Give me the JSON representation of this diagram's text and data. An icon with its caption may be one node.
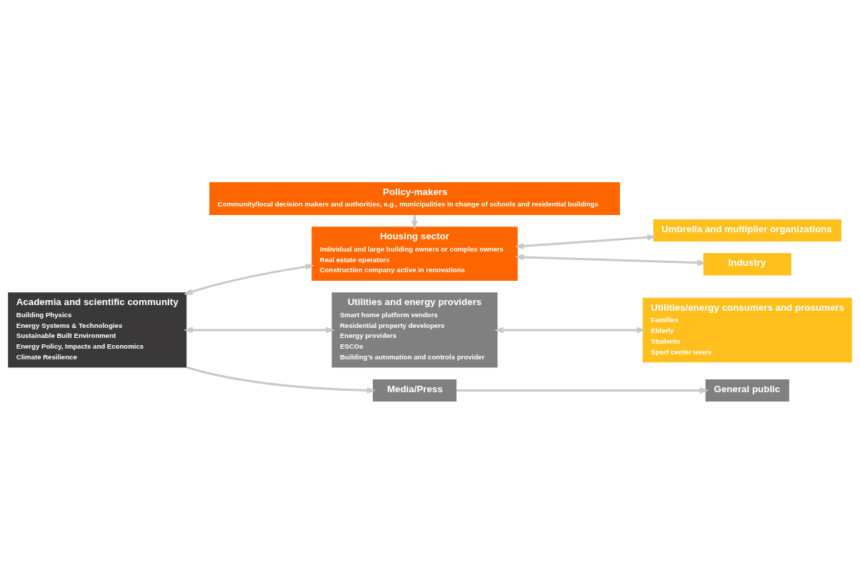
{
  "diagram": {
    "nodes": [
      {
        "text": [
          "Policy-makers",
          "Community/local decision makers and authorities, e.g., municipalities in change of schools and residential buildings"
        ]
      },
      {
        "text": [
          "Academia and scientific community",
          "Building Physics",
          "Energy Systems & Technologies",
          "Sustainable Built Environment",
          "Energy Policy, Impacts and Economics",
          "Climate Resilience"
        ]
      },
      {
        "text": [
          "Housing sector",
          "Individual and large building owners or complex owners",
          "Real estate operators",
          "Construction company active in renovations"
        ]
      },
      {
        "text": [
          "Umbrella and multiplier organizations"
        ]
      },
      {
        "text": [
          "Industry"
        ]
      },
      {
        "text": [
          "Utilities and energy providers",
          "Smart home platform vendors",
          "Residential property developers",
          "Energy providers",
          "ESCOs",
          "Building's automation and controls provider"
        ]
      },
      {
        "text": [
          "Utilities/energy consumers and prosumers",
          "Families",
          "Elderly",
          "Students",
          "Sport center users"
        ]
      },
      {
        "text": [
          "Media/Press"
        ]
      },
      {
        "text": [
          "General public"
        ]
      }
    ],
    "edges": [
      {
        "from": 0,
        "to": 2,
        "arrow": "to"
      },
      {
        "from": 1,
        "to": 2,
        "arrow": "both"
      },
      {
        "from": 2,
        "to": 3,
        "arrow": "both"
      },
      {
        "from": 2,
        "to": 4,
        "arrow": "both"
      },
      {
        "from": 1,
        "to": 5,
        "arrow": "both"
      },
      {
        "from": 5,
        "to": 6,
        "arrow": "both"
      },
      {
        "from": 1,
        "to": 7,
        "arrow": "to"
      },
      {
        "from": 7,
        "to": 8,
        "arrow": "to"
      }
    ]
  }
}
